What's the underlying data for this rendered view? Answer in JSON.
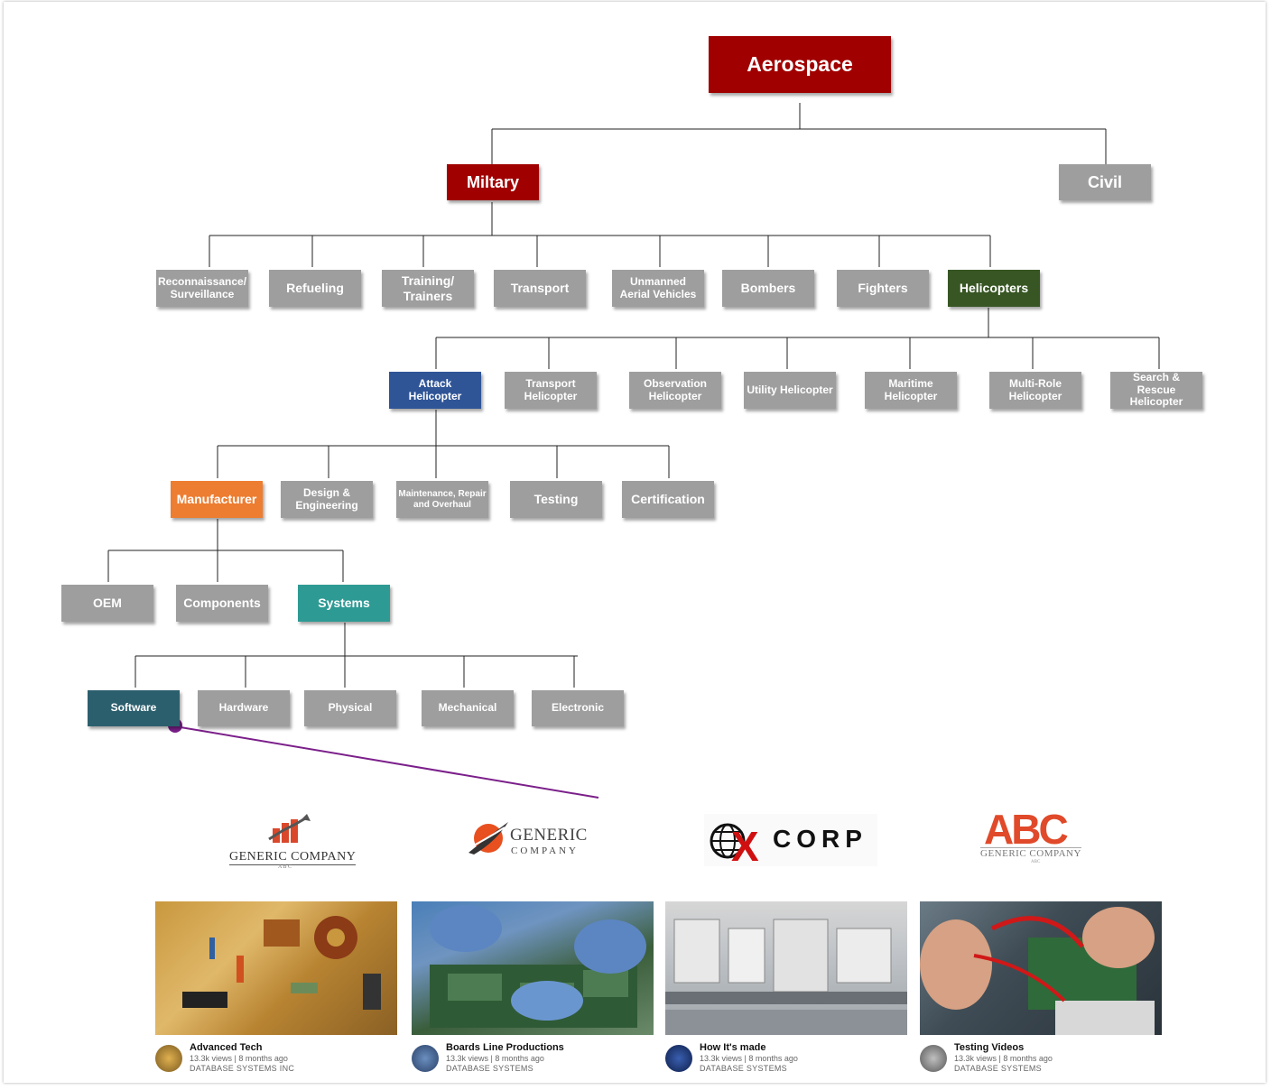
{
  "tree": {
    "root": "Aerospace",
    "level1": {
      "military": "Miltary",
      "civil": "Civil"
    },
    "military_branches": [
      "Reconnaissance/ Surveillance",
      "Refueling",
      "Training/ Trainers",
      "Transport",
      "Unmanned Aerial Vehicles",
      "Bombers",
      "Fighters",
      "Helicopters"
    ],
    "helicopter_types": [
      "Attack Helicopter",
      "Transport Helicopter",
      "Observation Helicopter",
      "Utility Helicopter",
      "Maritime Helicopter",
      "Multi-Role Helicopter",
      "Search & Rescue Helicopter"
    ],
    "attack_helicopter_areas": [
      "Manufacturer",
      "Design & Engineering",
      "Maintenance, Repair and Overhaul",
      "Testing",
      "Certification"
    ],
    "manufacturer_parts": [
      "OEM",
      "Components",
      "Systems"
    ],
    "systems_types": [
      "Software",
      "Hardware",
      "Physical",
      "Mechanical",
      "Electronic"
    ]
  },
  "colors": {
    "root": "#a00000",
    "military": "#a00000",
    "helicopters": "#375623",
    "attack_helicopter": "#2f5597",
    "manufacturer": "#ed7d31",
    "systems": "#2e9a94",
    "software": "#2c5f6e",
    "default_node": "#9e9e9e",
    "pointer": "#7b1f8a"
  },
  "logos": [
    {
      "name": "chart-bars-logo",
      "line1": "GENERIC COMPANY",
      "line2": "A B C"
    },
    {
      "name": "swoosh-logo",
      "line1": "GENERIC",
      "line2": "COMPANY"
    },
    {
      "name": "xcorp-logo",
      "line1": "CORP",
      "mark": "X"
    },
    {
      "name": "abc-logo",
      "line1": "ABC",
      "line2": "GENERIC COMPANY",
      "line3": "ABC"
    }
  ],
  "videos": [
    {
      "title": "Advanced Tech",
      "stats": "13.3k views | 8 months ago",
      "channel": "DATABASE SYSTEMS INC"
    },
    {
      "title": "Boards Line Productions",
      "stats": "13.3k views | 8 months ago",
      "channel": "DATABASE SYSTEMS"
    },
    {
      "title": "How It's made",
      "stats": "13.3k views | 8 months ago",
      "channel": "DATABASE SYSTEMS"
    },
    {
      "title": "Testing Videos",
      "stats": "13.3k views | 8 months ago",
      "channel": "DATABASE SYSTEMS"
    }
  ]
}
